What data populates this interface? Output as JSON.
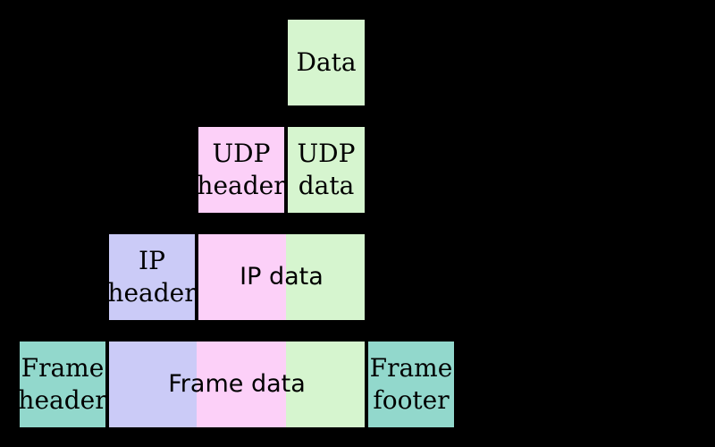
{
  "colors": {
    "background": "#000000",
    "green": "#d6f5cf",
    "pink": "#fcd0f8",
    "lavender": "#cbcbf7",
    "teal": "#92d8cc",
    "text": "#000000"
  },
  "boxes": {
    "data": {
      "label": "Data"
    },
    "udp_header": {
      "label": "UDP\nheader"
    },
    "udp_data": {
      "label": "UDP\ndata"
    },
    "ip_header": {
      "label": "IP\nheader"
    },
    "ip_data": {
      "label": "IP data"
    },
    "frame_header": {
      "label": "Frame\nheader"
    },
    "frame_data": {
      "label": "Frame data"
    },
    "frame_footer": {
      "label": "Frame\nfooter"
    }
  }
}
